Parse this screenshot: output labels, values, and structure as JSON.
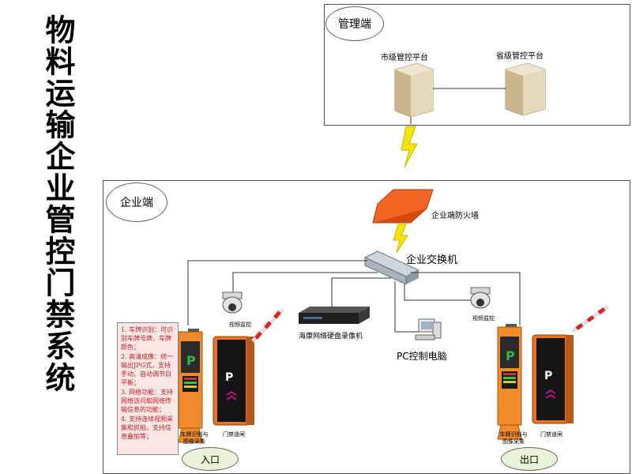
{
  "title": "物料运输企业管控门禁系统",
  "management": {
    "label": "管理端",
    "city_platform": "市级管控平台",
    "province_platform": "省级管控平台"
  },
  "enterprise": {
    "label": "企业端",
    "firewall": "企业端防火墙",
    "switch": "企业交换机",
    "nvr": "海康网络硬盘录像机",
    "pc": "PC控制电脑",
    "camera_left": "视频监控",
    "camera_right": "视频监控",
    "lpr_left": "车牌识别与\n图像采集",
    "barrier_left": "门禁道闸",
    "lpr_right": "车牌识别与\n图像采集",
    "barrier_right": "门禁道闸",
    "entrance": "入口",
    "exit": "出口"
  },
  "notes": [
    "1. 车牌识别：可识别车牌号牌、车牌颜色；",
    "2. 高清成像：统一输出JPG式，支持手动、自动调节白平衡；",
    "3. 网络功能：支持网络访问和网络传输信息的功能；",
    "4. 支持连续视频采集和抓拍，支持信息叠加等；"
  ],
  "colors": {
    "barrier": "#e9731f",
    "firewall": "#f26522",
    "lightning": "#f3e600",
    "notes_bg": "#fbe6e6",
    "gate_label_bg": "#eaf2d7"
  }
}
